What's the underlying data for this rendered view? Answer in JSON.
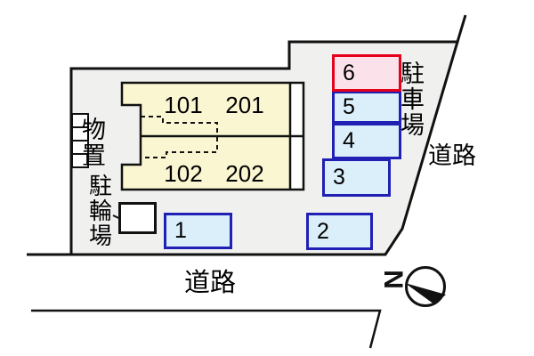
{
  "site_plan": {
    "building": {
      "rooms": [
        {
          "label": "101"
        },
        {
          "label": "201"
        },
        {
          "label": "102"
        },
        {
          "label": "202"
        }
      ]
    },
    "parking_lot": {
      "label": "駐車場",
      "spaces": [
        {
          "num": "1"
        },
        {
          "num": "2"
        },
        {
          "num": "3"
        },
        {
          "num": "4"
        },
        {
          "num": "5"
        },
        {
          "num": "6"
        }
      ]
    },
    "bicycle_parking": {
      "label": "駐輪場"
    },
    "storage": {
      "label": "物置"
    },
    "roads": {
      "right_label": "道路",
      "bottom_label": "道路"
    },
    "compass": {
      "north_label": "N"
    },
    "colors": {
      "site_fill": "#f0f0ef",
      "building_fill": "#faf6d2",
      "space_fill": "#dbeffa",
      "space_border": "#2020b4",
      "space6_fill": "#fbe2ea",
      "space6_border": "#e60019",
      "outline": "#111111"
    }
  }
}
